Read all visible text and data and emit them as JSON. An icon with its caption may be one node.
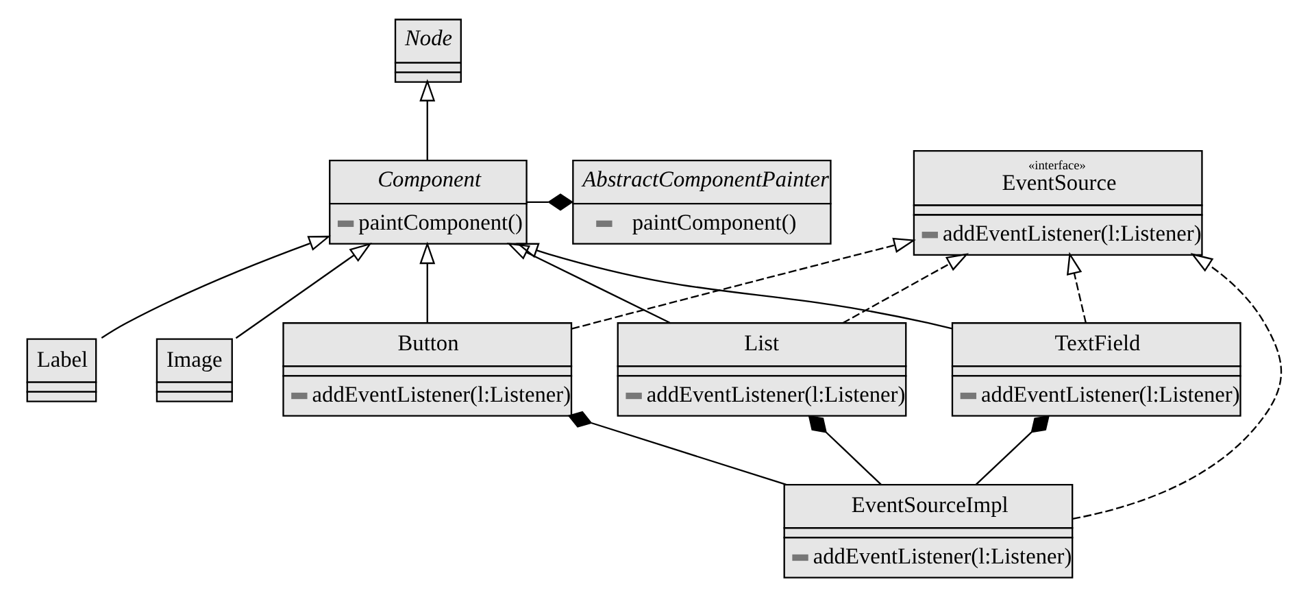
{
  "diagram": {
    "nodes": [
      {
        "text": [
          "Node"
        ]
      },
      {
        "text": [
          "Component",
          "paintComponent()"
        ]
      },
      {
        "text": [
          "AbstractComponentPainter",
          "paintComponent()"
        ]
      },
      {
        "text": [
          "«interface»",
          "EventSource",
          "addEventListener(l:Listener)"
        ]
      },
      {
        "text": [
          "EventSourceImpl",
          "addEventListener(l:Listener)"
        ]
      },
      {
        "text": [
          "Label"
        ]
      },
      {
        "text": [
          "Image"
        ]
      },
      {
        "text": [
          "Button",
          "addEventListener(l:Listener)"
        ]
      },
      {
        "text": [
          "List",
          "addEventListener(l:Listener)"
        ]
      },
      {
        "text": [
          "TextField",
          "addEventListener(l:Listener)"
        ]
      }
    ],
    "edges": [
      {
        "from": 1,
        "to": 0,
        "arrow": "to"
      },
      {
        "from": 1,
        "to": 2,
        "arrow": "other"
      },
      {
        "from": 4,
        "to": 3,
        "arrow": "to",
        "style": "dashed"
      },
      {
        "from": 5,
        "to": 1,
        "arrow": "to"
      },
      {
        "from": 6,
        "to": 1,
        "arrow": "to"
      },
      {
        "from": 7,
        "to": 1,
        "arrow": "to"
      },
      {
        "from": 8,
        "to": 1,
        "arrow": "to"
      },
      {
        "from": 9,
        "to": 1,
        "arrow": "to"
      },
      {
        "from": 7,
        "to": 3,
        "arrow": "to",
        "style": "dashed"
      },
      {
        "from": 8,
        "to": 3,
        "arrow": "to",
        "style": "dashed"
      },
      {
        "from": 9,
        "to": 3,
        "arrow": "to",
        "style": "dashed"
      },
      {
        "from": 4,
        "to": 7,
        "arrow": "other"
      },
      {
        "from": 4,
        "to": 8,
        "arrow": "other"
      },
      {
        "from": 4,
        "to": 9,
        "arrow": "other"
      }
    ]
  }
}
